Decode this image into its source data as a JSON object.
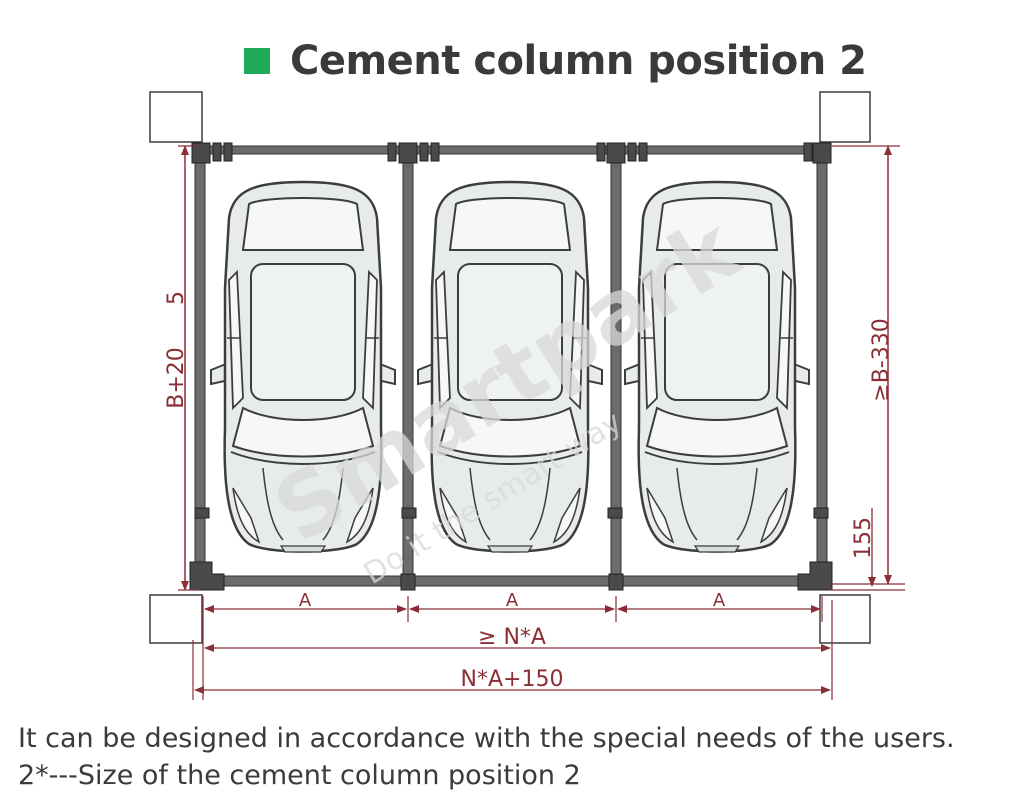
{
  "title": "Cement column position 2",
  "colors": {
    "accent": "#1faa5a",
    "dimension": "#8b2f36",
    "frame": "#6b6b6b",
    "car_fill": "#e7ecea",
    "car_stroke": "#3d3d3d"
  },
  "dimensions": {
    "left_vertical": "B+20",
    "left_vertical_extra": "5",
    "right_vertical": "≥B-330",
    "right_small": "155",
    "bay_width": "A",
    "total_min": "≥ N*A",
    "total": "N*A+150"
  },
  "watermark": {
    "brand": "Smartpark",
    "tagline": "Do it the smart way"
  },
  "footer": {
    "line1": "It can be designed in accordance with the special needs of the users.",
    "line2": "2*---Size of the cement column position 2"
  }
}
